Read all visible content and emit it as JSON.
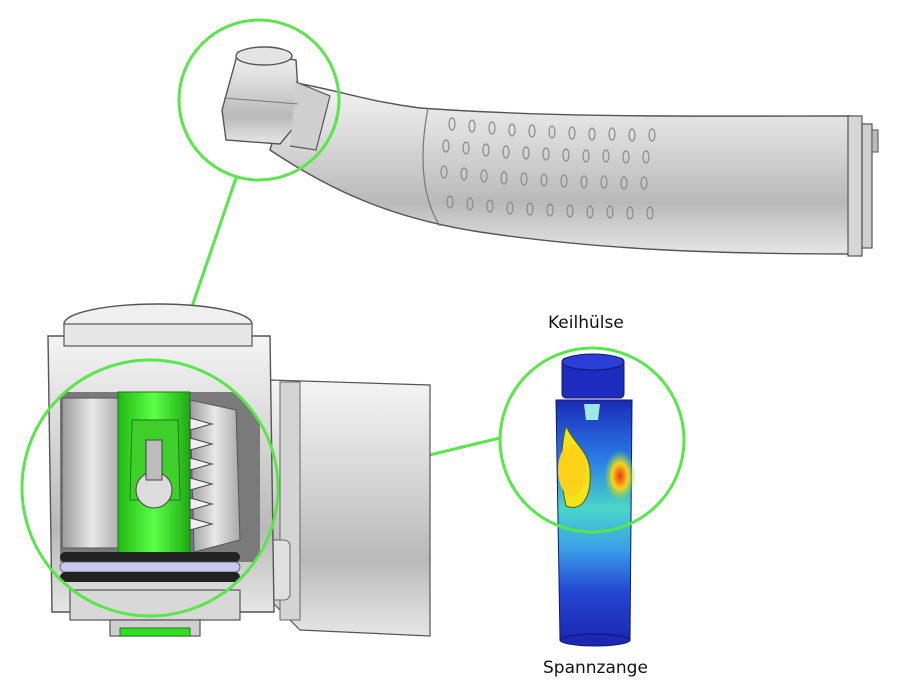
{
  "labels": {
    "top": "Keilhülse",
    "bottom": "Spannzange"
  },
  "colors": {
    "highlight_ring": "#59e64a",
    "body_gray": "#c9c9c9",
    "green_part": "#33dd22",
    "fea_blue": "#1a2fc8",
    "fea_hot": "#e03a1a"
  },
  "icons": {
    "handpiece": "dental-handpiece",
    "cutaway": "cutaway-head",
    "fea": "stress-simulation"
  }
}
